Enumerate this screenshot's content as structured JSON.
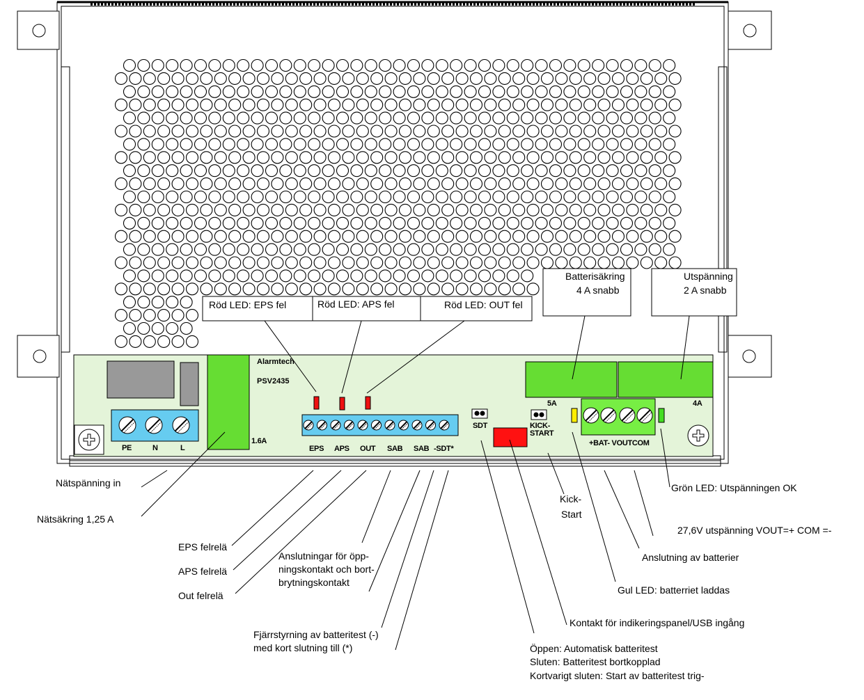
{
  "board": {
    "brand": "Alarmtech",
    "model": "PSV2435",
    "fuse_mains": "1.6A",
    "fuse_5a": "5A",
    "fuse_4a": "4A",
    "terminals_mains": [
      "PE",
      "N",
      "L"
    ],
    "terminals_relay": [
      "EPS",
      "APS",
      "OUT",
      "SAB",
      "SAB",
      "-SDT*"
    ],
    "jumper_sdt": "SDT",
    "jumper_kick": "KICK-\nSTART",
    "terminals_output": "+BAT- VOUTCOM"
  },
  "callouts": {
    "led_eps": "Röd LED: EPS fel",
    "led_aps": "Röd LED: APS fel",
    "led_out": "Röd LED: OUT fel",
    "bat_fuse_l1": "Batterisäkring",
    "bat_fuse_l2": "4 A snabb",
    "out_fuse_l1": "Utspänning",
    "out_fuse_l2": "2 A snabb"
  },
  "annotations": {
    "mains_in": "Nätspänning in",
    "mains_fuse": "Nätsäkring 1,25 A",
    "eps_relay": "EPS felrelä",
    "aps_relay": "APS felrelä",
    "out_relay": "Out felrelä",
    "tamper_l1": "Anslutningar för  öpp-",
    "tamper_l2": "ningskontakt och bort-",
    "tamper_l3": "brytningskontakt",
    "remote_l1": "Fjärrstyrning av batteritest (-)",
    "remote_l2": "med kort slutning till (*)",
    "kick_l1": "Kick-",
    "kick_l2": "Start",
    "green_led": "Grön LED: Utspänningen OK",
    "output_voltage": "27,6V utspänning VOUT=+ COM =-",
    "battery_conn": "Anslutning av  batterier",
    "yellow_led": "Gul LED: batterriet laddas",
    "indicator": "Kontakt för indikeringspanel/USB ingång",
    "sdt_l1": "Öppen: Automatisk batteritest",
    "sdt_l2": "Sluten: Batteritest bortkopplad",
    "sdt_l3": "Kortvarigt sluten: Start av batteritest trig-"
  },
  "colors": {
    "board": "#e4f4d9",
    "terminal_blue": "#66ccf0",
    "terminal_green": "#66dd33",
    "connector_green": "#77ee44",
    "led_red": "#ee1111",
    "led_yellow": "#ffee00",
    "led_green": "#44dd22",
    "grey_block": "#999999",
    "socket_red": "#ff1111"
  }
}
